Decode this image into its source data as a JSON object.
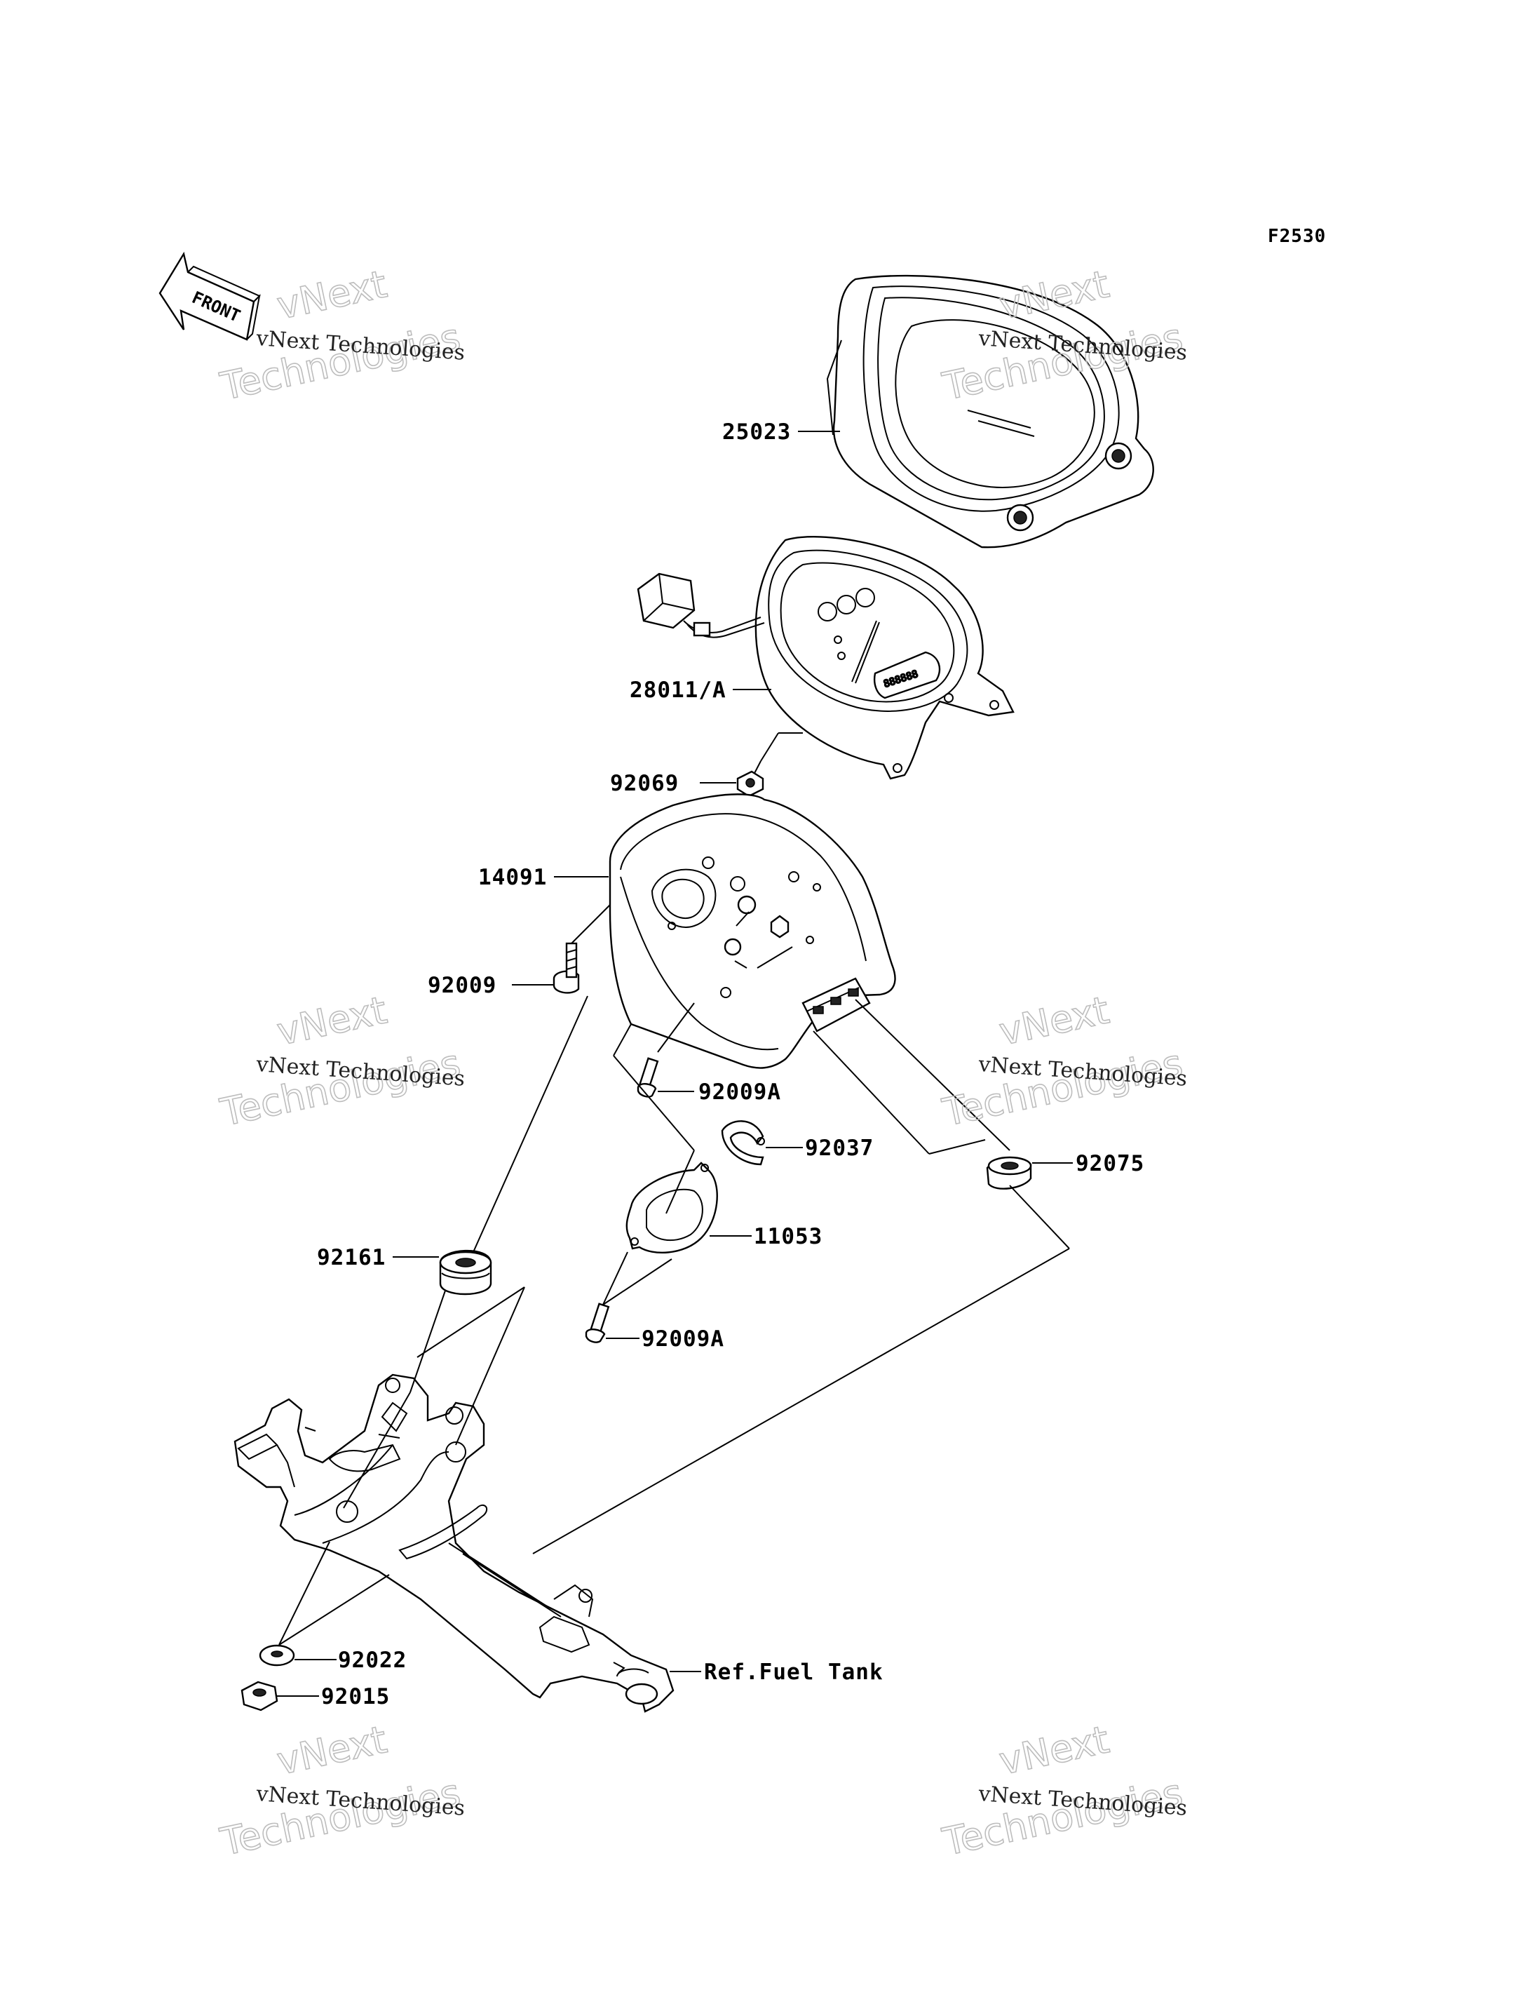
{
  "diagram_code": "F2530",
  "front_label": "FRONT",
  "watermark": {
    "line1": "vNext Technologies",
    "line2": "Technologies",
    "line3": "vNext"
  },
  "parts": [
    {
      "id": "p25023",
      "label": "25023"
    },
    {
      "id": "p28011a",
      "label": "28011/A"
    },
    {
      "id": "p92069",
      "label": "92069"
    },
    {
      "id": "p14091",
      "label": "14091"
    },
    {
      "id": "p92009",
      "label": "92009"
    },
    {
      "id": "p92009a1",
      "label": "92009A"
    },
    {
      "id": "p92037",
      "label": "92037"
    },
    {
      "id": "p92075",
      "label": "92075"
    },
    {
      "id": "p11053",
      "label": "11053"
    },
    {
      "id": "p92161",
      "label": "92161"
    },
    {
      "id": "p92009a2",
      "label": "92009A"
    },
    {
      "id": "p92022",
      "label": "92022"
    },
    {
      "id": "p92015",
      "label": "92015"
    },
    {
      "id": "pref",
      "label": "Ref.Fuel Tank"
    }
  ],
  "colors": {
    "ink": "#000000",
    "watermark": "#bdbdbd",
    "background": "#ffffff"
  }
}
